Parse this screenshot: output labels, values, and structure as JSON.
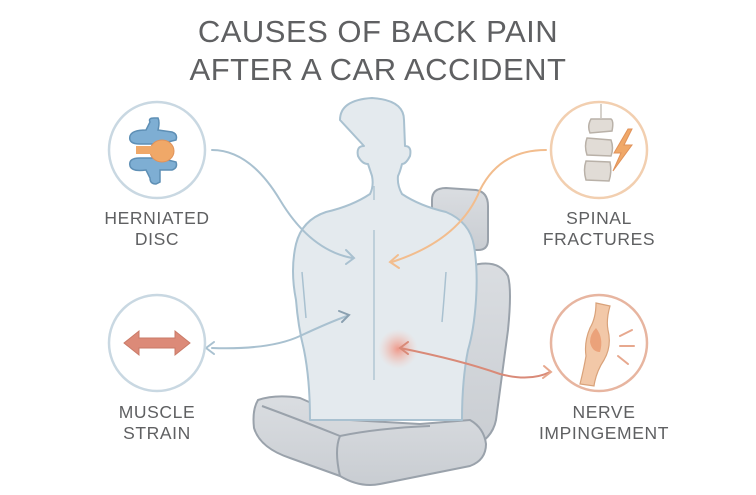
{
  "title": {
    "line1": "CAUSES OF BACK PAIN",
    "line2": "AFTER A CAR ACCIDENT"
  },
  "causes": [
    {
      "id": "herniated-disc",
      "line1": "HERNIATED",
      "line2": "DISC",
      "ring_color": "#c9d8e2",
      "icon": "vertebra-disc-icon"
    },
    {
      "id": "spinal-fractures",
      "line1": "SPINAL",
      "line2": "FRACTURES",
      "ring_color": "#f2cfb0",
      "icon": "fractured-spine-icon"
    },
    {
      "id": "muscle-strain",
      "line1": "MUSCLE",
      "line2": "STRAIN",
      "ring_color": "#c9d8e2",
      "icon": "double-arrow-icon"
    },
    {
      "id": "nerve-impingement",
      "line1": "NERVE",
      "line2": "IMPINGEMENT",
      "ring_color": "#e7b5a0",
      "icon": "pinched-nerve-icon"
    }
  ],
  "colors": {
    "title": "#5f6062",
    "body_fill": "#e4eaee",
    "body_stroke": "#a9c1d0",
    "seat_fill": "#d5d8dc",
    "seat_stroke": "#9aa2ab",
    "arrow_blue": "#a9c1d0",
    "arrow_orange": "#f2bd8e",
    "arrow_red": "#d98a78",
    "pain_glow": "#f08a78"
  }
}
